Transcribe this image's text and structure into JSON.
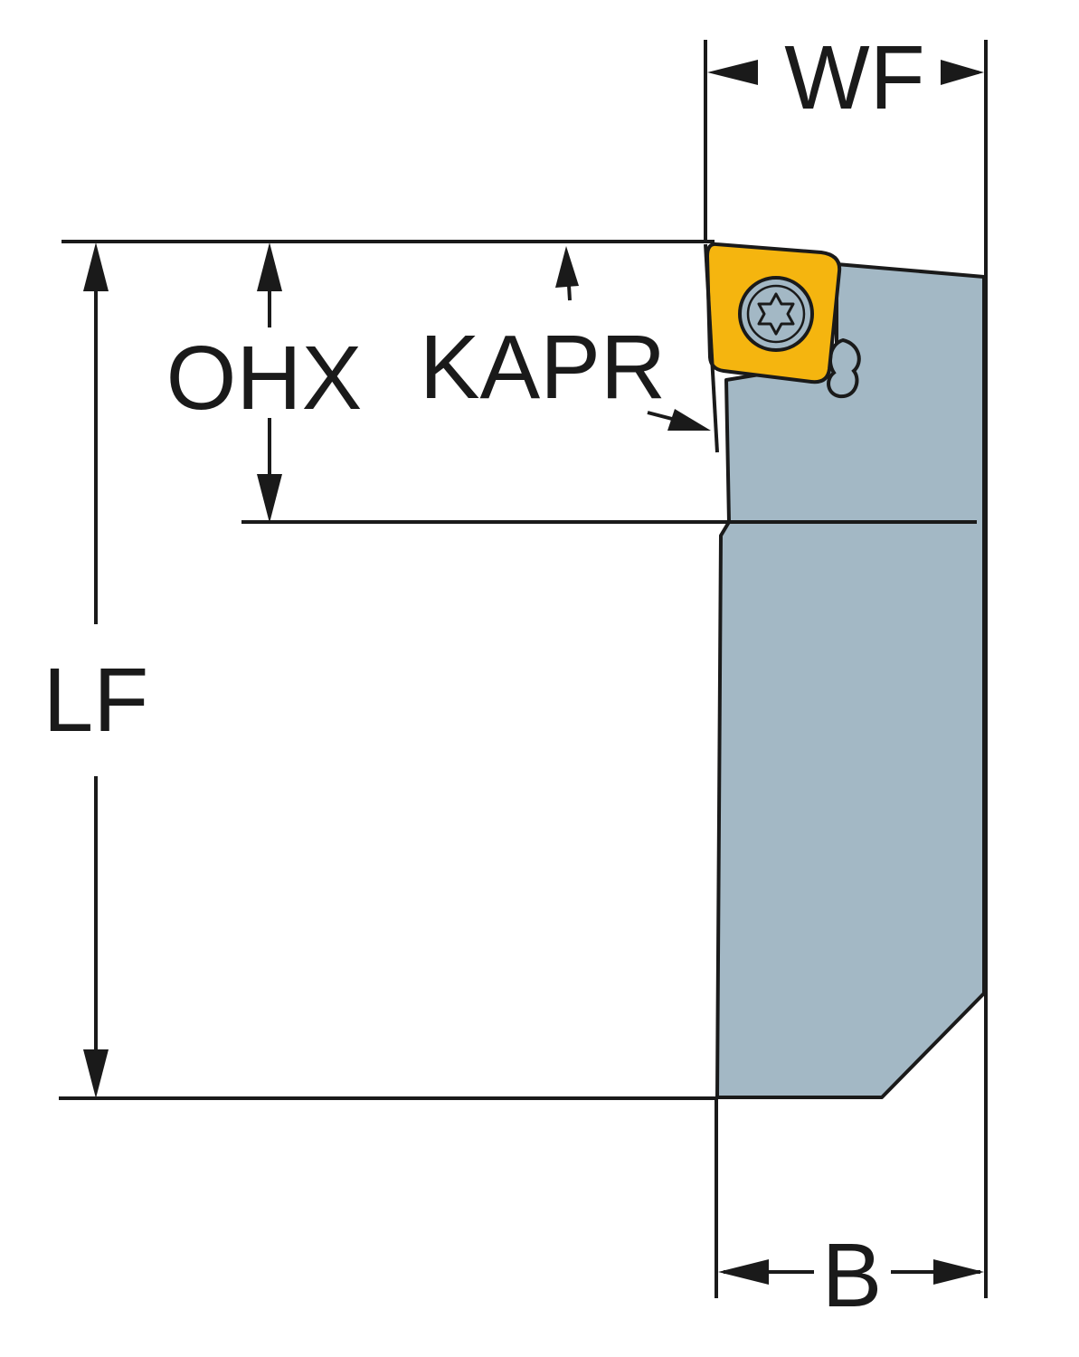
{
  "labels": {
    "wf": "WF",
    "ohx": "OHX",
    "kapr": "KAPR",
    "lf": "LF",
    "b": "B"
  },
  "colors": {
    "holder_body": "#a3b8c5",
    "insert": "#f5b50f",
    "outline": "#1a1a1a",
    "screw": "#a3b8c5"
  },
  "icons": {
    "insert_screw": "torx-screw-icon",
    "clamp": "clamp-lever-icon"
  }
}
